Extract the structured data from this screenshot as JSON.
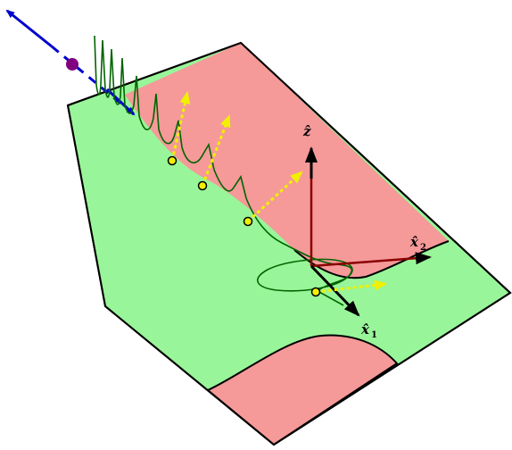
{
  "labels": {
    "z": "ẑ",
    "x1": "x̂",
    "x1_sub": "1",
    "x2": "x̂",
    "x2_sub": "2"
  },
  "colors": {
    "green_region": "#99f599",
    "red_region": "#f59999",
    "trajectory": "#006400",
    "axes": "#000000",
    "z_stem": "#8b0000",
    "vector_arrows": "#f0f000",
    "particle": "#800080",
    "incoming_arrow": "#0000cc"
  }
}
